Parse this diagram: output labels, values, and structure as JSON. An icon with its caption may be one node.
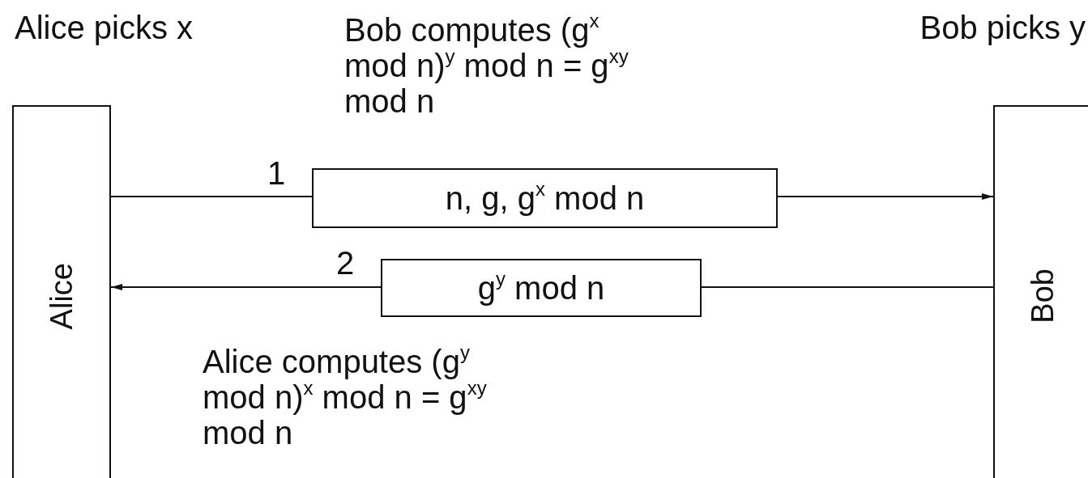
{
  "diagram": {
    "nodes": [
      {
        "text": [
          "Alice"
        ],
        "beside": [
          "Alice picks x"
        ]
      },
      {
        "text": [
          "Bob"
        ],
        "beside": [
          "Bob picks y"
        ]
      }
    ],
    "edges": [
      {
        "from": 0,
        "to": 1,
        "arrow": "to",
        "label": "n, g, g$^{x}$ mod n"
      },
      {
        "from": 1,
        "to": 0,
        "arrow": "to",
        "label": "g$^{y}$ mod n"
      }
    ],
    "labels": [
      "Bob computes (g$^{x}$ mod n)$^{y}$ mod n = g$^{xy}$ mod n",
      "1",
      "2",
      "Alice computes (g$^{y}$ mod n)$^{x}$ mod n = g$^{xy}$ mod n"
    ]
  }
}
